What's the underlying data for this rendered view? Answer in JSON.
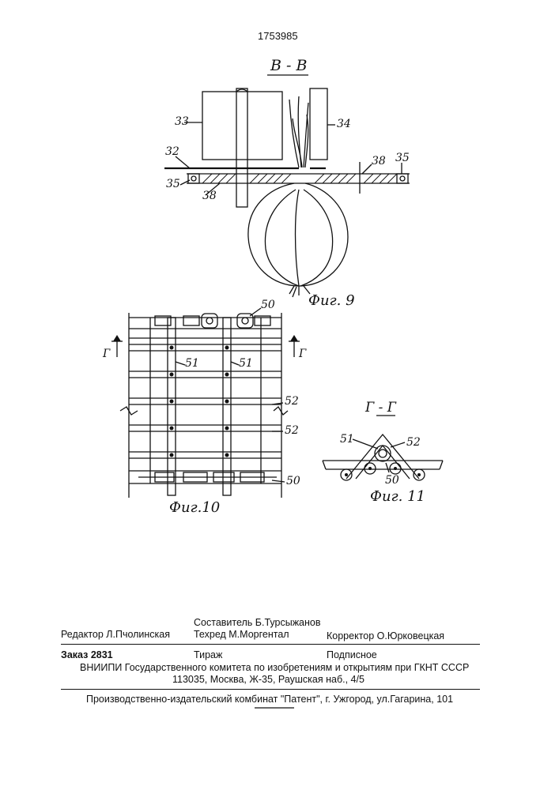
{
  "header": {
    "patent_number": "1753985"
  },
  "fig9": {
    "section_label": "В - В",
    "caption": "Фиг. 9",
    "labels": {
      "l33": "33",
      "l34": "34",
      "l32": "32",
      "l35a": "35",
      "l38a": "38",
      "l38b": "38",
      "l35b": "35"
    }
  },
  "fig10": {
    "caption": "Фиг.10",
    "section_mark": "Г",
    "labels": {
      "l50a": "50",
      "l51a": "51",
      "l51b": "51",
      "l52a": "52",
      "l52b": "52",
      "l50b": "50"
    }
  },
  "fig11": {
    "section_label": "Г - Г",
    "caption": "Фиг. 11",
    "labels": {
      "l51": "51",
      "l52": "52",
      "l50": "50"
    }
  },
  "colophon": {
    "compiler": "Составитель Б.Турсыжанов",
    "editor": "Редактор  Л.Пчолинская",
    "techred": "Техред М.Моргентал",
    "corrector": "Корректор  О.Юрковецкая",
    "order": "Заказ 2831",
    "circulation": "Тираж",
    "subscription": "Подписное",
    "institute": "ВНИИПИ Государственного комитета по изобретениям и открытиям при ГКНТ СССР",
    "address": "113035, Москва, Ж-35, Раушская наб., 4/5",
    "publisher": "Производственно-издательский комбинат \"Патент\", г. Ужгород, ул.Гагарина, 101"
  }
}
